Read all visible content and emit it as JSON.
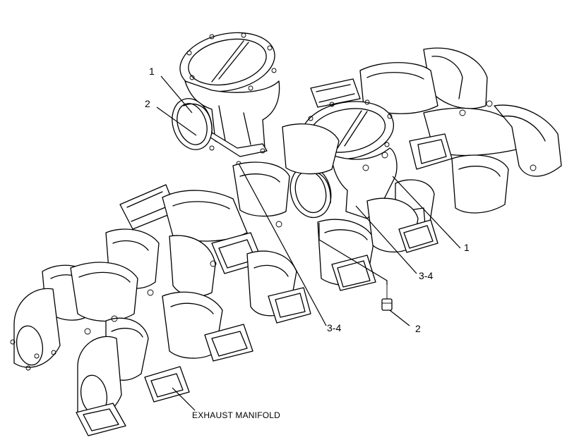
{
  "callouts": {
    "c1_top": "1",
    "c2_top": "2",
    "c1_right": "1",
    "c34_right": "3-4",
    "c2_bottom": "2",
    "c34_bottom": "3-4"
  },
  "caption": "EXHAUST MANIFOLD"
}
